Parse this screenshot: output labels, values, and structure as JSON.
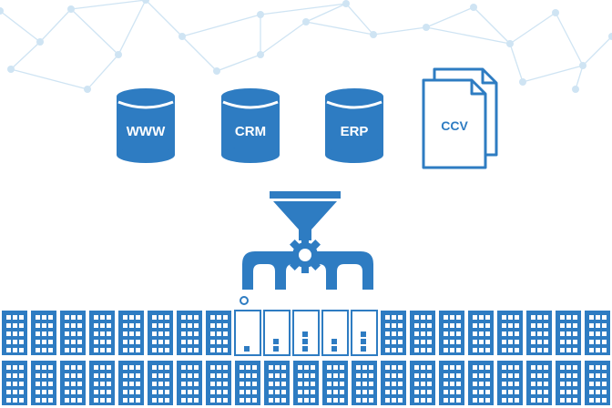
{
  "colors": {
    "primary": "#2e7cc2",
    "network": "#cfe4f3",
    "background": "#ffffff"
  },
  "sources": {
    "databases": [
      {
        "label": "WWW"
      },
      {
        "label": "CRM"
      },
      {
        "label": "ERP"
      }
    ],
    "document": {
      "label": "CCV"
    }
  },
  "processor": {
    "icons": [
      "funnel-icon",
      "gear-icon",
      "machine-icon"
    ]
  },
  "storage": {
    "rows": 2,
    "columns": 21,
    "highlighted_columns": [
      8,
      9,
      10,
      11,
      12
    ],
    "highlight_fill_levels": [
      1,
      2,
      3,
      2,
      3
    ]
  }
}
